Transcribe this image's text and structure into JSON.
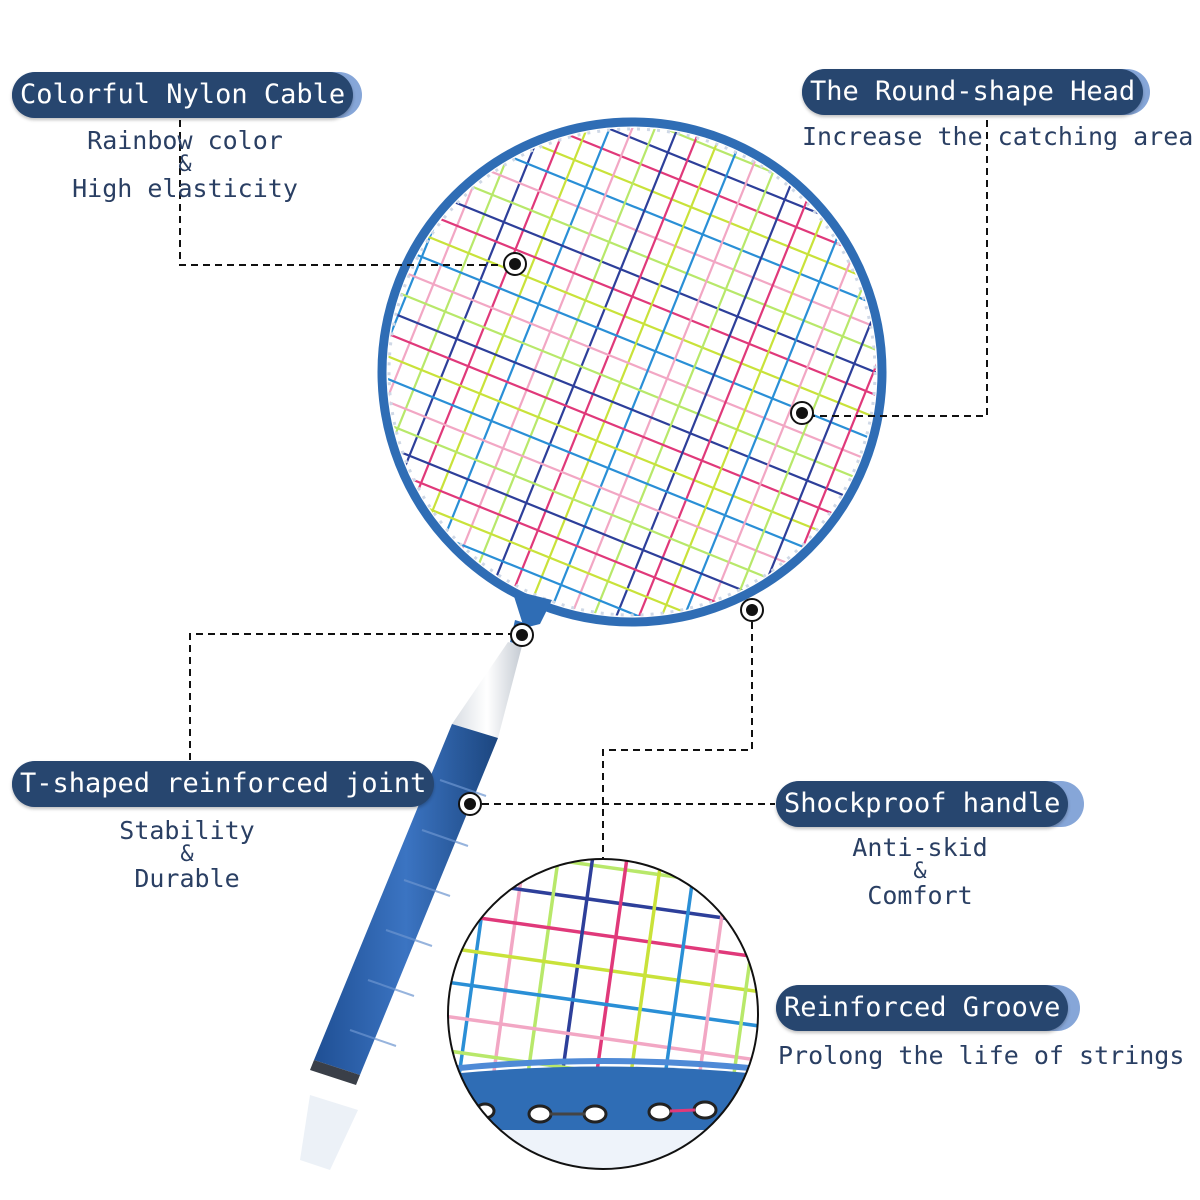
{
  "callouts": {
    "cable": {
      "title": "Colorful Nylon Cable",
      "line1": "Rainbow color",
      "amp": "&",
      "line2": "High elasticity"
    },
    "head": {
      "title": "The Round-shape Head",
      "line1": "Increase the catching area"
    },
    "joint": {
      "title": "T-shaped reinforced joint",
      "line1": "Stability",
      "amp": "&",
      "line2": "Durable"
    },
    "handle": {
      "title": "Shockproof handle",
      "line1": "Anti-skid",
      "amp": "&",
      "line2": "Comfort"
    },
    "groove": {
      "title": "Reinforced Groove",
      "line1": "Prolong the life of strings"
    }
  },
  "colors": {
    "frame_blue": "#2f6db5",
    "pill_dark": "#27466f",
    "pill_light": "#86a6d8",
    "text_navy": "#2a3f63",
    "string_colors": [
      "#e0397a",
      "#c9e23a",
      "#2a8fd6",
      "#f2a7c4",
      "#b8e86a",
      "#2d3f9a"
    ]
  }
}
